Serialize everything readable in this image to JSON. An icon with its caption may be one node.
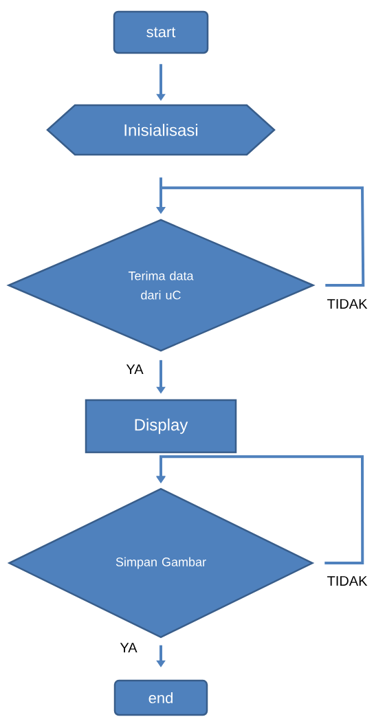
{
  "diagram": {
    "nodes": [
      {
        "text": [
          "start"
        ]
      },
      {
        "text": [
          "Inisialisasi"
        ]
      },
      {
        "text": [
          "Terima data dari uC"
        ]
      },
      {
        "text": [
          "Display"
        ]
      },
      {
        "text": [
          "Simpan Gambar"
        ]
      },
      {
        "text": [
          "end"
        ]
      }
    ],
    "edges": [
      {
        "from": 0,
        "to": 1,
        "arrow": "to"
      },
      {
        "from": 1,
        "to": 2,
        "arrow": "to"
      },
      {
        "from": 2,
        "to": 2,
        "arrow": "to",
        "label": "TIDAK"
      },
      {
        "from": 2,
        "to": 3,
        "arrow": "to",
        "label": "YA"
      },
      {
        "from": 3,
        "to": 4,
        "arrow": "to"
      },
      {
        "from": 4,
        "to": 4,
        "arrow": "to",
        "label": "TIDAK"
      },
      {
        "from": 4,
        "to": 5,
        "arrow": "to",
        "label": "YA"
      }
    ]
  }
}
